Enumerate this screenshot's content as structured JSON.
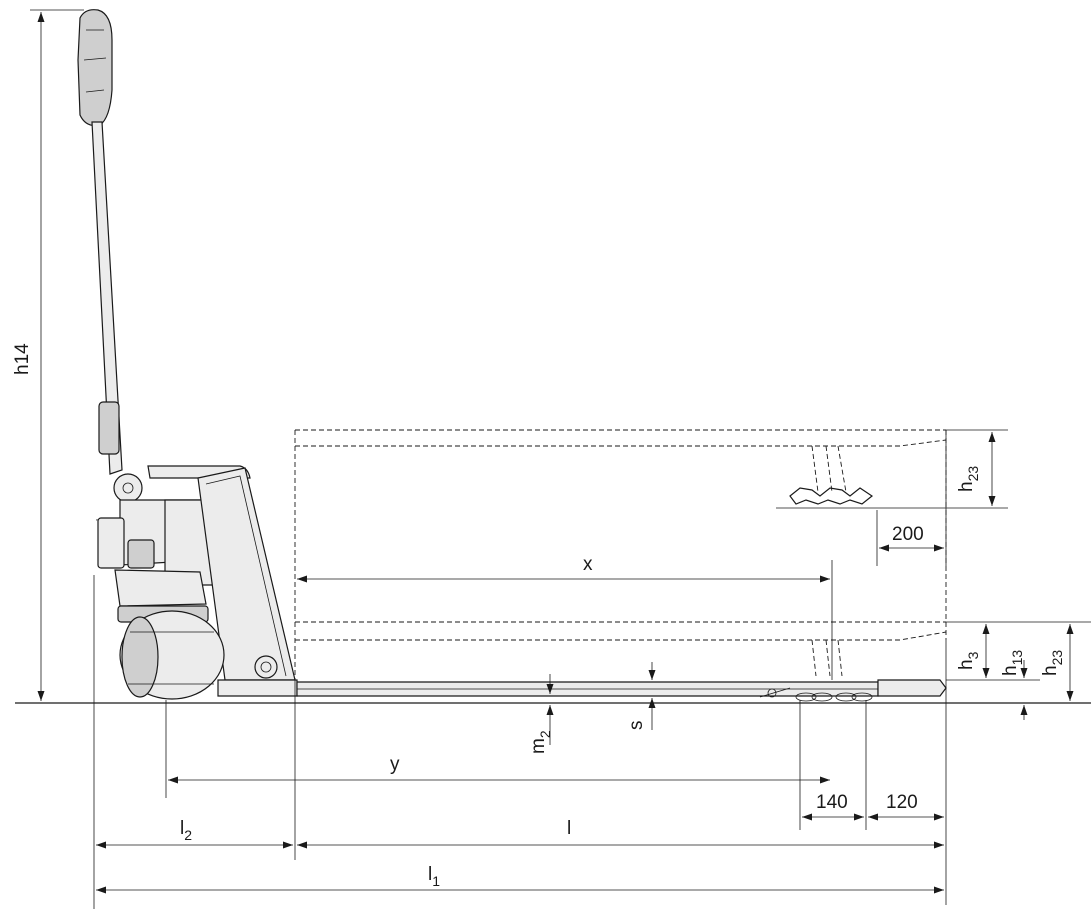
{
  "labels": {
    "h14": "h14",
    "h23_top": "h23",
    "h23_right": "h23",
    "h3": "h3",
    "h13": "h13",
    "d200": "200",
    "x": "x",
    "y": "y",
    "m2": "m2",
    "s": "s",
    "d140": "140",
    "d120": "120",
    "l": "l",
    "l1": "l1",
    "l2": "l2"
  }
}
